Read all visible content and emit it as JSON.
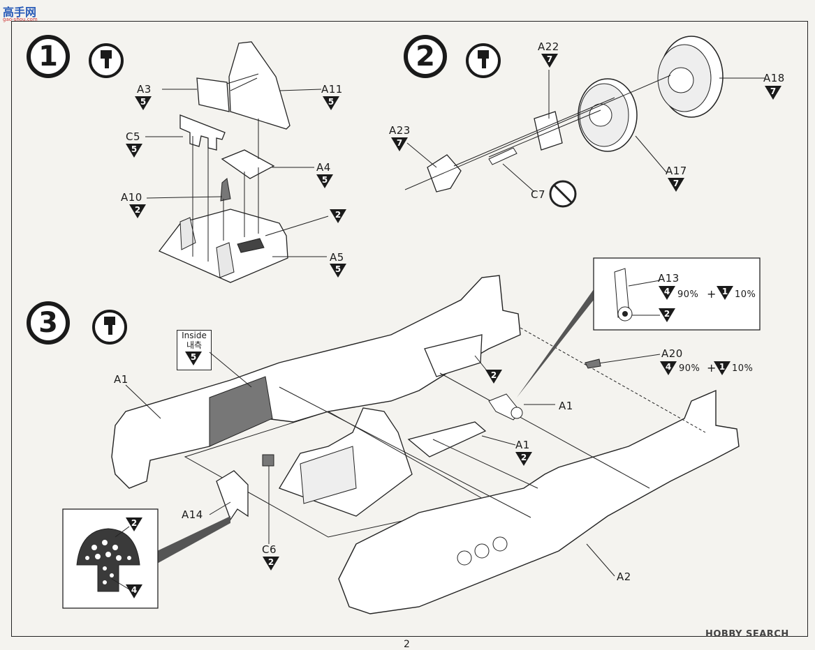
{
  "watermark": {
    "logo": "高手网",
    "sub": "gao-shou.com"
  },
  "footer": {
    "brand": "HOBBY SEARCH",
    "page": "2"
  },
  "steps": [
    {
      "number": "1"
    },
    {
      "number": "2"
    },
    {
      "number": "3"
    }
  ],
  "parts": {
    "a3": "A3",
    "a11": "A11",
    "c5": "C5",
    "a4": "A4",
    "a10": "A10",
    "a5": "A5",
    "a22": "A22",
    "a18": "A18",
    "a23": "A23",
    "a17": "A17",
    "c7": "C7",
    "a13": "A13",
    "a20": "A20",
    "a1_left": "A1",
    "a1_gear": "A1",
    "a1_panel": "A1",
    "a14": "A14",
    "c6": "C6",
    "a2": "A2"
  },
  "colors": {
    "a3": "5",
    "a11": "5",
    "c5": "5",
    "a4": "5",
    "a10": "2",
    "step1_misc": "2",
    "a5": "5",
    "a22": "7",
    "a18": "7",
    "a23": "7",
    "a17": "7",
    "a13_a": "4",
    "a13_b": "1",
    "a13_wheel": "2",
    "a20_a": "4",
    "a20_b": "1",
    "inside": "5",
    "a1_panel": "2",
    "cockpit": "2",
    "c6": "2",
    "panel_top": "2",
    "panel_bottom": "4"
  },
  "mix": {
    "a13_a": "90%",
    "a13_b": "10%",
    "a20_a": "90%",
    "a20_b": "10%",
    "plus": "+"
  },
  "inside_label": {
    "en": "Inside",
    "ko": "내측"
  }
}
